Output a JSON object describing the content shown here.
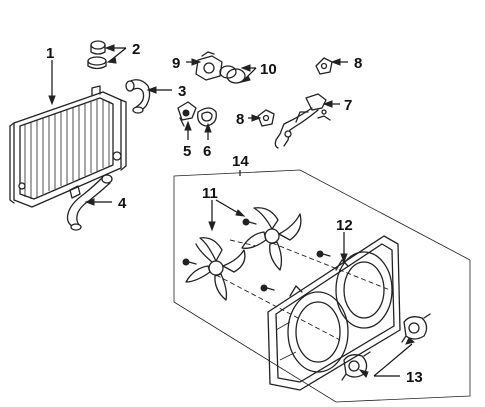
{
  "callouts": {
    "c1": "1",
    "c2": "2",
    "c3": "3",
    "c4": "4",
    "c5": "5",
    "c6": "6",
    "c7": "7",
    "c8a": "8",
    "c8b": "8",
    "c9": "9",
    "c10": "10",
    "c11": "11",
    "c12": "12",
    "c13": "13",
    "c14": "14"
  },
  "parts": [
    {
      "id": "radiator",
      "callout": "1"
    },
    {
      "id": "radiator-cap",
      "callout": "2"
    },
    {
      "id": "upper-radiator-hose",
      "callout": "3"
    },
    {
      "id": "lower-radiator-hose",
      "callout": "4"
    },
    {
      "id": "thermostat",
      "callout": "5"
    },
    {
      "id": "thermostat-gasket",
      "callout": "6"
    },
    {
      "id": "water-outlet-pipe",
      "callout": "7"
    },
    {
      "id": "gasket",
      "callout": "8"
    },
    {
      "id": "thermostat-housing",
      "callout": "9"
    },
    {
      "id": "o-rings",
      "callout": "10"
    },
    {
      "id": "fan-blades",
      "callout": "11"
    },
    {
      "id": "fan-shroud",
      "callout": "12"
    },
    {
      "id": "fan-motors",
      "callout": "13"
    },
    {
      "id": "fan-assembly",
      "callout": "14"
    }
  ],
  "colors": {
    "line": "#222222",
    "background": "#ffffff"
  }
}
